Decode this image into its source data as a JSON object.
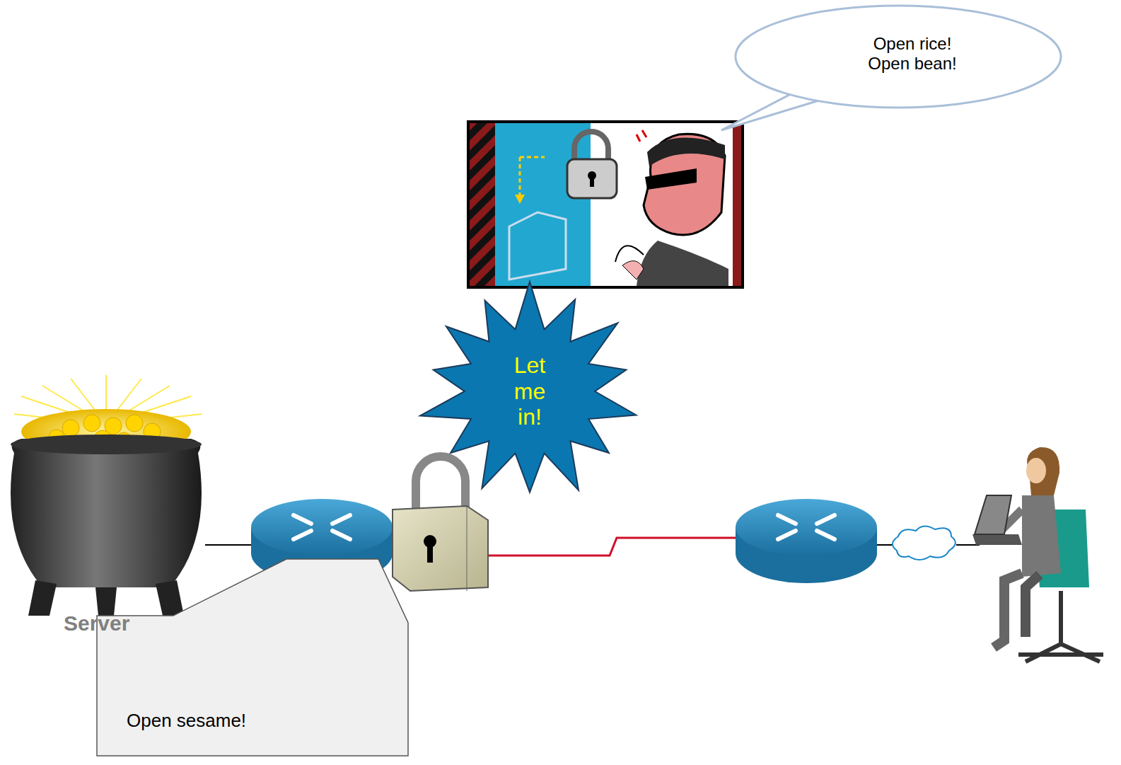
{
  "diagram": {
    "nodes": [
      {
        "text": [
          "Open rice! Open bean!"
        ]
      },
      {
        "text": [
          "Let me in!"
        ]
      },
      {
        "text": [
          "Open sesame!"
        ]
      }
    ],
    "labels": [
      "Server"
    ]
  }
}
